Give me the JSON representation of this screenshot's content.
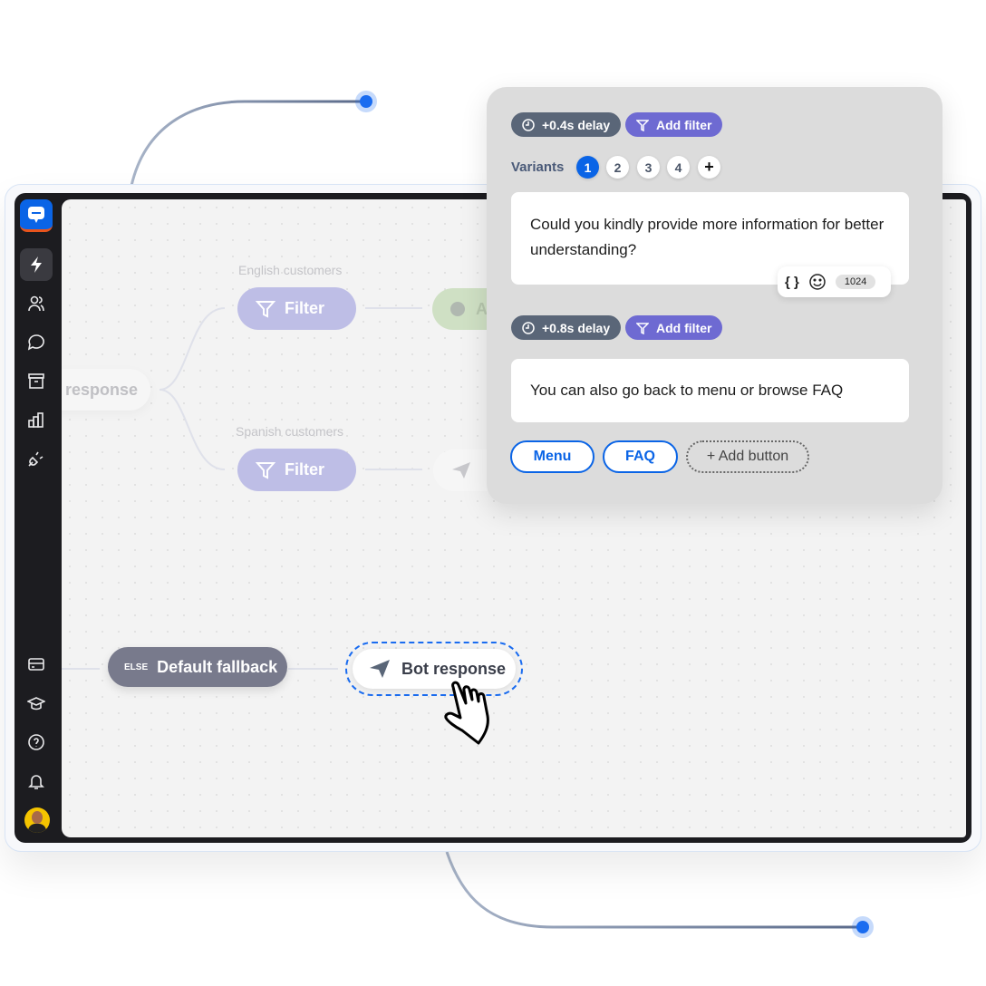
{
  "sidebar": {
    "items": [
      "logo",
      "automate",
      "customers",
      "chats-help",
      "archive",
      "reports",
      "integrations"
    ],
    "bottom_items": [
      "billing",
      "academy",
      "help",
      "notifications",
      "avatar"
    ]
  },
  "canvas": {
    "previous_node": "response",
    "branches": [
      {
        "label": "English customers",
        "node": "Filter"
      },
      {
        "label": "Spanish customers",
        "node": "Filter"
      }
    ],
    "partial_node_text": "A",
    "fallback": {
      "tag": "ELSE",
      "label": "Default fallback"
    },
    "selected_node": "Bot response"
  },
  "panel": {
    "message1": {
      "delay": "+0.4s delay",
      "filter": "Add filter",
      "text": "Could you kindly provide more information for better understanding?",
      "char_count": "1024",
      "variables_icon": "{ }"
    },
    "variants": {
      "label": "Variants",
      "items": [
        "1",
        "2",
        "3",
        "4"
      ],
      "active": "1",
      "add": "+"
    },
    "message2": {
      "delay": "+0.8s delay",
      "filter": "Add filter",
      "text": "You can also go back to menu or browse FAQ"
    },
    "buttons": [
      "Menu",
      "FAQ"
    ],
    "add_button": "+ Add button"
  },
  "colors": {
    "accent": "#0a64e6",
    "filter": "#6e6ad2",
    "delay": "#5a6678",
    "else": "#787a8c"
  }
}
